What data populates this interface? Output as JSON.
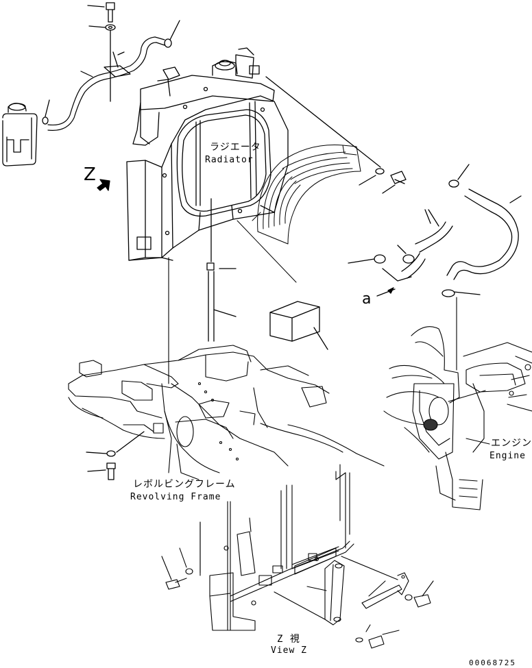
{
  "labels": {
    "radiator_jp": "ラジエータ",
    "radiator_en": "Radiator",
    "engine_jp": "エンジン",
    "engine_en": "Engine",
    "frame_jp": "レボルビングフレーム",
    "frame_en": "Revolving Frame",
    "view_jp": "Z  視",
    "view_en": "View Z",
    "view_marker": "Z",
    "detail_marker": "a",
    "drawing_number": "00068725"
  }
}
